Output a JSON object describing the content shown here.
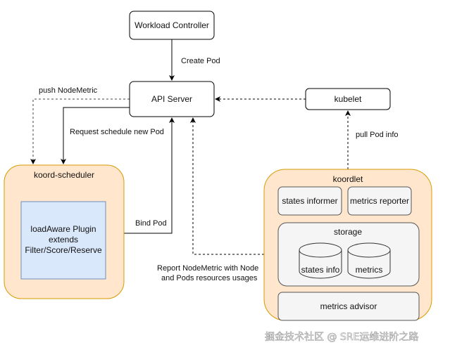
{
  "nodes": {
    "workload_controller": "Workload Controller",
    "api_server": "API Server",
    "kubelet": "kubelet",
    "koord_scheduler": "koord-scheduler",
    "plugin_line1": "loadAware Plugin",
    "plugin_line2": "extends",
    "plugin_line3": "Filter/Score/Reserve",
    "koordlet": "koordlet",
    "states_informer": "states informer",
    "metrics_reporter": "metrics reporter",
    "storage": "storage",
    "states_info": "states info",
    "metrics": "metrics",
    "metrics_advisor": "metrics advisor"
  },
  "edges": {
    "create_pod": "Create Pod",
    "push_nodemetric": "push NodeMetric",
    "request_schedule": "Request schedule new Pod",
    "bind_pod": "Bind Pod",
    "pull_pod_info": "pull Pod info",
    "report_line1": "Report NodeMetric with Node",
    "report_line2": "and Pods resources usages"
  },
  "watermark": "掘金技术社区 @ SRE运维进阶之路",
  "colors": {
    "container_fill": "#ffe6cc",
    "container_stroke": "#d79b00",
    "plugin_fill": "#dae8fc",
    "plugin_stroke": "#6c8ebf",
    "inner_fill": "#f5f5f5"
  }
}
